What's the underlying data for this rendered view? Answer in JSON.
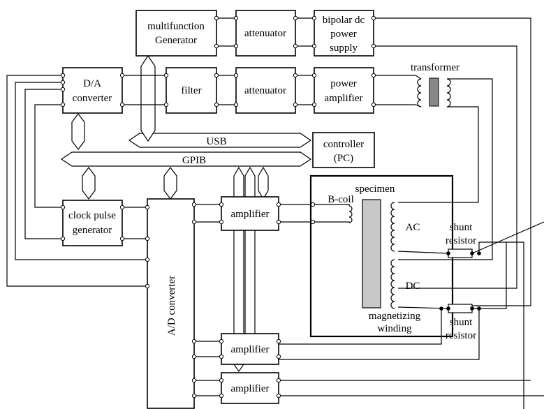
{
  "blocks": {
    "multifunction_generator": [
      "multifunction",
      "Generator"
    ],
    "attenuator_top": "attenuator",
    "bipolar_supply": [
      "bipolar dc",
      "power",
      "supply"
    ],
    "da_converter": [
      "D/A",
      "converter"
    ],
    "filter": "filter",
    "attenuator_mid": "attenuator",
    "power_amplifier": [
      "power",
      "amplifier"
    ],
    "transformer": "transformer",
    "usb": "USB",
    "controller": [
      "controller",
      "(PC)"
    ],
    "gpib": "GPIB",
    "clock_pulse": [
      "clock pulse",
      "generator"
    ],
    "ad_converter": "A/D converter",
    "amplifier_1": "amplifier",
    "amplifier_2": "amplifier",
    "amplifier_3": "amplifier",
    "specimen": "specimen",
    "bcoil": "B-coil",
    "ac": "AC",
    "dc": "DC",
    "magnetizing": [
      "magnetizing",
      "winding"
    ],
    "shunt_1": [
      "shunt",
      "resistor"
    ],
    "shunt_2": [
      "shunt",
      "resistor"
    ]
  }
}
